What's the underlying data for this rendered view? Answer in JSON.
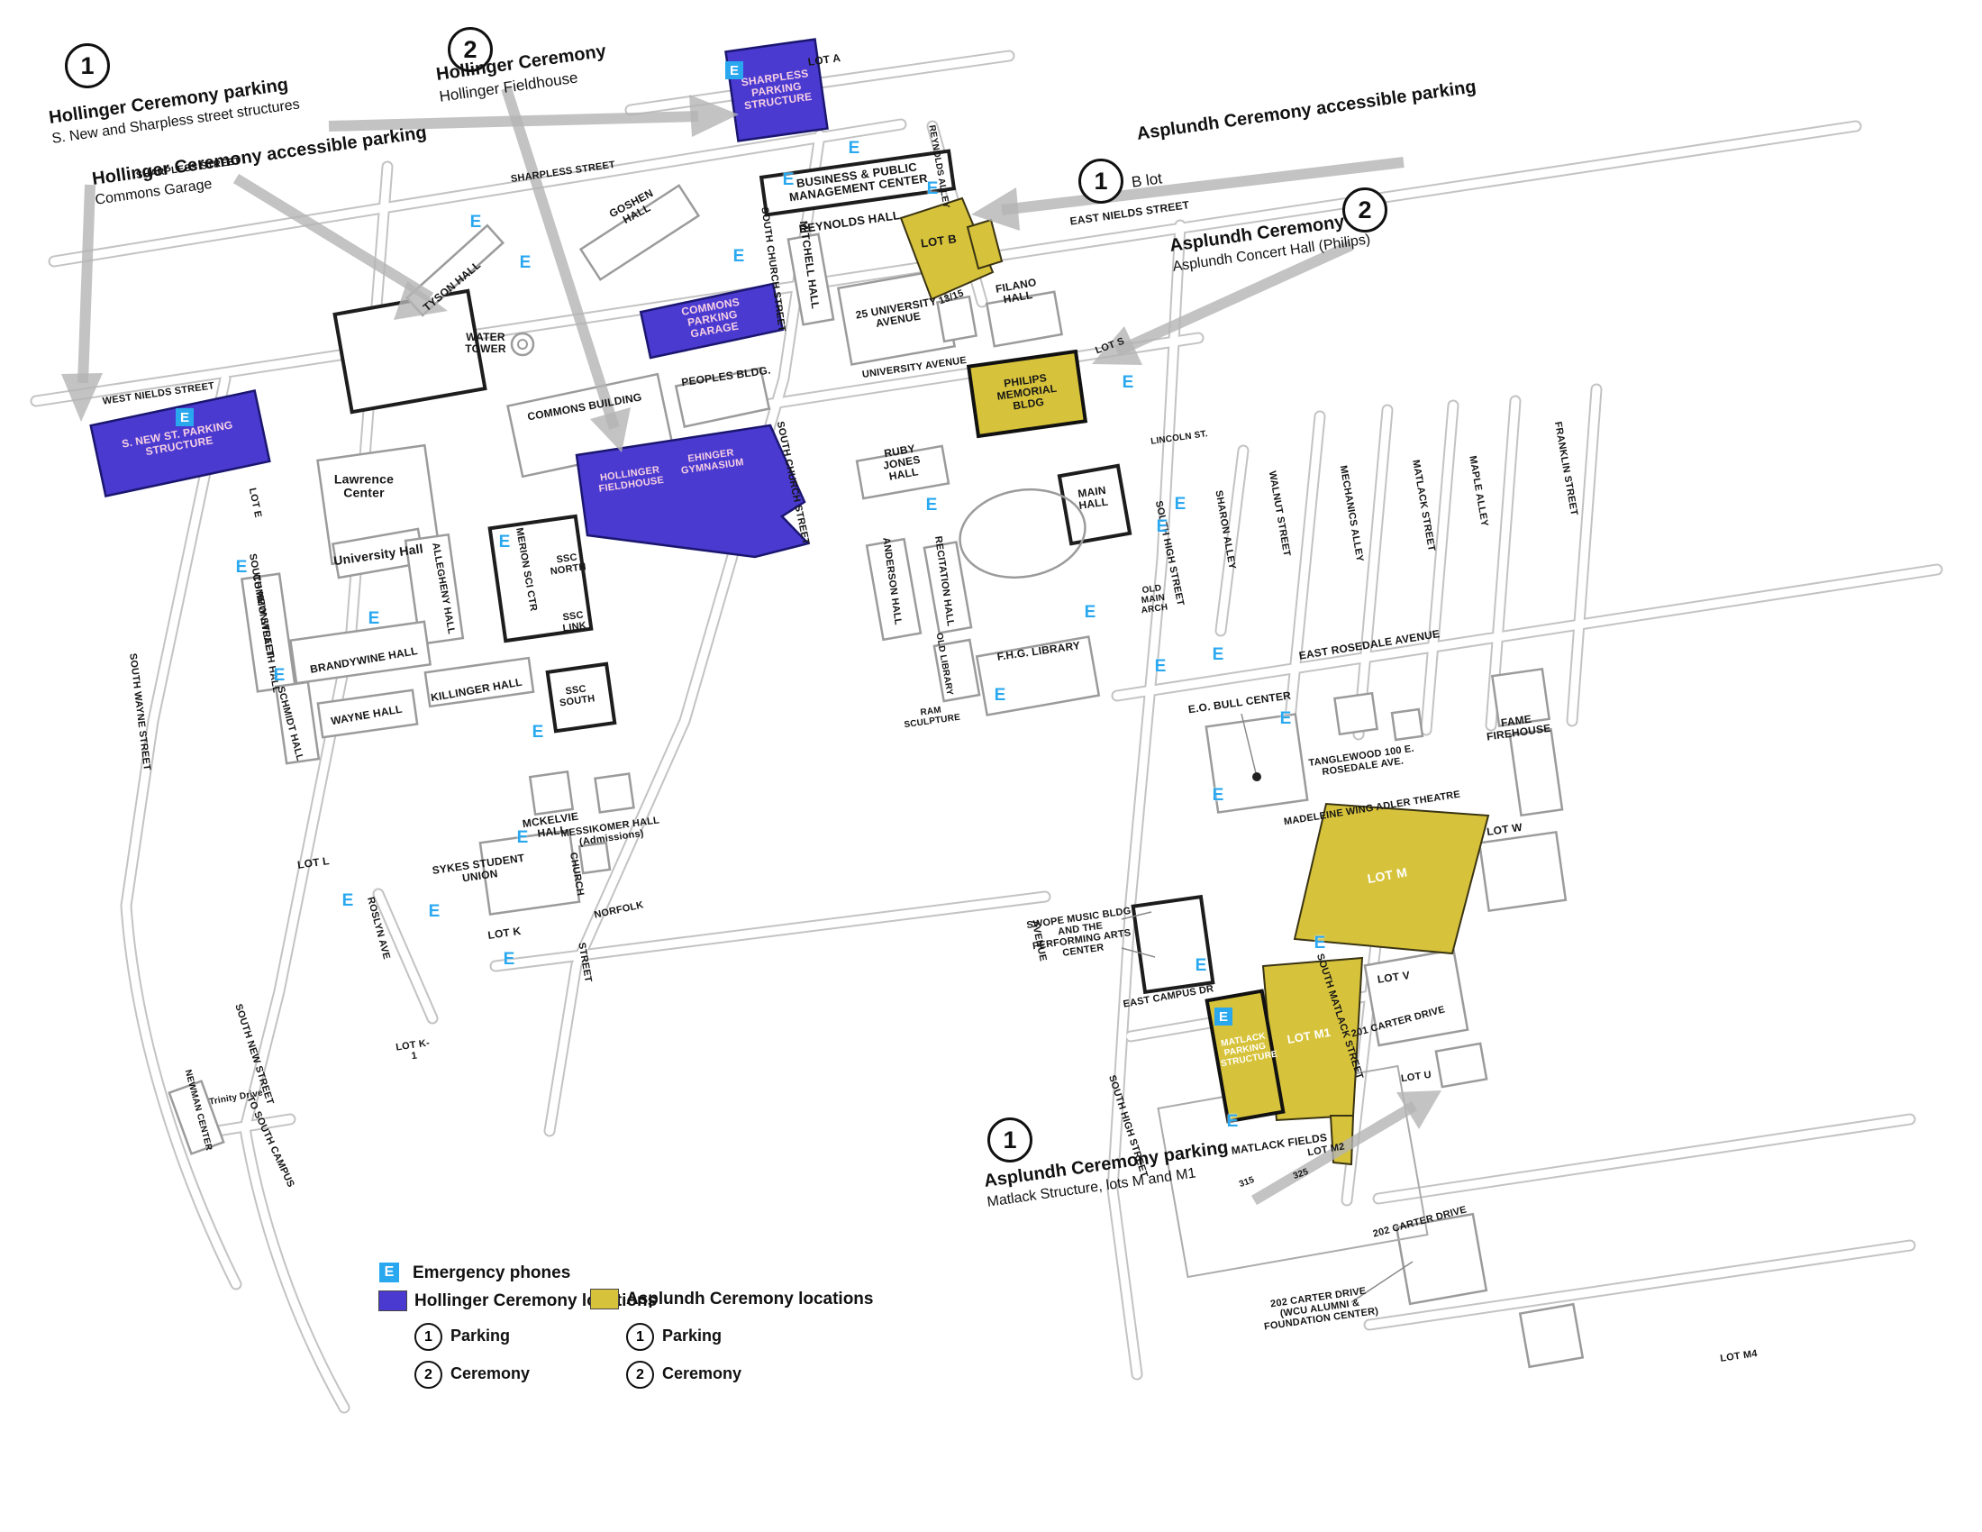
{
  "colors": {
    "hollinger": "#4a3ad0",
    "asplundh": "#d7c33b",
    "emergency": "#29a8f0"
  },
  "icons": {
    "emergency_letter": "E"
  },
  "legend": {
    "emergency": "Emergency phones",
    "hollinger": "Hollinger Ceremony locations",
    "asplundh": "Asplundh Ceremony locations",
    "parking": "Parking",
    "ceremony": "Ceremony",
    "num1": "1",
    "num2": "2"
  },
  "annotations": {
    "hollinger_parking": {
      "num": "1",
      "title_a": "Hollinger Ceremony ",
      "title_b": "parking",
      "subtitle": "S. New and Sharpless street structures"
    },
    "hollinger_accessible": {
      "title_a": "Hollinger Ceremony ",
      "title_b": "accessible parking",
      "subtitle": "Commons Garage"
    },
    "hollinger_ceremony": {
      "num": "2",
      "title": "Hollinger Ceremony",
      "subtitle": "Hollinger Fieldhouse"
    },
    "asplundh_accessible": {
      "num": "1",
      "title_a": "Asplundh Ceremony ",
      "title_b": "accessible parking",
      "subtitle": "B lot"
    },
    "asplundh_ceremony": {
      "num": "2",
      "title": "Asplundh Ceremony",
      "subtitle": "Asplundh Concert Hall (Philips)"
    },
    "asplundh_parking": {
      "num": "1",
      "title_a": "Asplundh Ceremony ",
      "title_b": "parking",
      "subtitle": "Matlack Structure, lots M and M1"
    }
  },
  "labels": {
    "lot_a": "LOT A",
    "sharpless_structure": "SHARPLESS PARKING STRUCTURE",
    "sharpless_street_w": "SHARPLESS STREET",
    "sharpless_street_e": "SHARPLESS STREET",
    "west_nields": "WEST NIELDS STREET",
    "east_nields": "EAST NIELDS STREET",
    "goshen": "GOSHEN HALL",
    "tyson": "TYSON HALL",
    "water_tower": "WATER TOWER",
    "bpmc": "BUSINESS & PUBLIC MANAGEMENT CENTER",
    "reynolds": "REYNOLDS HALL",
    "reynolds_alley": "REYNOLDS ALLEY",
    "mitchell": "MITCHELL HALL",
    "south_church_n": "SOUTH CHURCH STREET",
    "south_church_s": "SOUTH CHURCH STREET",
    "lot_b": "LOT B",
    "lot_s": "LOT S",
    "u25": "25 UNIVERSITY AVENUE",
    "b1315": "13/15",
    "filano": "FILANO HALL",
    "university_ave": "UNIVERSITY AVENUE",
    "philips": "PHILIPS MEMORIAL BLDG",
    "lincoln": "LINCOLN ST.",
    "commons_garage": "COMMONS PARKING GARAGE",
    "peoples": "PEOPLES BLDG.",
    "commons_building": "COMMONS BUILDING",
    "snew_structure": "S. NEW ST. PARKING STRUCTURE",
    "lawrence": "Lawrence Center",
    "lot_e": "LOT E",
    "fieldhouse": "HOLLINGER FIELDHOUSE",
    "ehinger": "EHINGER GYMNASIUM",
    "university_hall": "University Hall",
    "commonwealth": "COMMONWEALTH HALL",
    "allegheny": "ALLEGHENY HALL",
    "brandywine": "BRANDYWINE HALL",
    "schmidt": "SCHMIDT HALL",
    "wayne_hall": "WAYNE HALL",
    "killinger": "KILLINGER HALL",
    "merion": "MERION SCI CTR",
    "ssc_north": "SSC NORTH",
    "ssc_link": "SSC LINK",
    "ssc_south": "SSC SOUTH",
    "ruby_jones": "RUBY JONES HALL",
    "anderson": "ANDERSON HALL",
    "recitation": "RECITATION HALL",
    "main_hall": "MAIN HALL",
    "old_main_arch": "OLD MAIN ARCH",
    "fhg": "F.H.G. LIBRARY",
    "old_library": "OLD LIBRARY",
    "ram": "RAM SCULPTURE",
    "south_wayne": "SOUTH WAYNE STREET",
    "south_new_n": "SOUTH NEW STREET",
    "south_new_s": "SOUTH NEW STREET",
    "to_south_campus": "TO SOUTH CAMPUS",
    "newman": "NEWMAN CENTER",
    "trinity": "Trinity Drive",
    "roslyn": "ROSLYN AVE",
    "lot_l": "LOT L",
    "lot_k": "LOT K",
    "lot_k1": "LOT K-1",
    "sykes": "SYKES STUDENT UNION",
    "mckelvie": "MCKELVIE HALL",
    "messikomer": "MESSIKOMER HALL (Admissions)",
    "church": "CHURCH",
    "street": "STREET",
    "norfolk": "NORFOLK",
    "avenue": "AVENUE",
    "sharon": "SHARON ALLEY",
    "south_high_n": "SOUTH HIGH STREET",
    "south_high_s": "SOUTH HIGH STREET",
    "walnut": "WALNUT STREET",
    "mechanics": "MECHANICS ALLEY",
    "matlack_st": "MATLACK STREET",
    "maple": "MAPLE ALLEY",
    "franklin": "FRANKLIN STREET",
    "east_rosedale": "EAST ROSEDALE AVENUE",
    "eo_bull": "E.O. BULL CENTER",
    "tanglewood": "TANGLEWOOD 100 E. ROSEDALE AVE.",
    "fame": "FAME FIREHOUSE",
    "adler": "MADELEINE WING ADLER THEATRE",
    "lot_w": "LOT W",
    "lot_m": "LOT M",
    "swope": "SWOPE MUSIC BLDG AND THE PERFORMING ARTS CENTER",
    "east_campus": "EAST CAMPUS DR",
    "matlack_structure": "MATLACK PARKING STRUCTURE",
    "lot_m1": "LOT M1",
    "south_matlack": "SOUTH MATLACK STREET",
    "lot_v": "LOT V",
    "carter201": "201 CARTER DRIVE",
    "lot_u": "LOT U",
    "matlack_fields": "MATLACK FIELDS",
    "lot_m2": "LOT M2",
    "f315": "315",
    "f325": "325",
    "carter202": "202 CARTER DRIVE",
    "alumni": "202 CARTER DRIVE (WCU ALUMNI & FOUNDATION CENTER)",
    "lot_m4": "LOT M4"
  }
}
